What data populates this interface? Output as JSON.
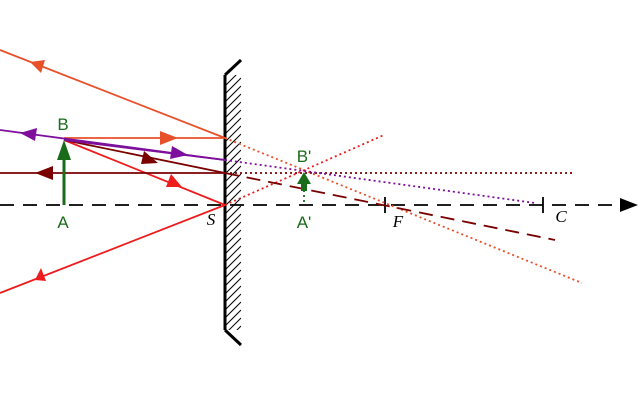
{
  "labels": {
    "object_top": "B",
    "object_base": "A",
    "image_top": "B'",
    "image_base": "A'",
    "vertex": "S",
    "focus": "F",
    "center": "C"
  },
  "colors": {
    "axis": "#000000",
    "mirror": "#000000",
    "object": "#1a6b1a",
    "image": "#1a6b1a",
    "ray_orange": "#e8502a",
    "ray_red": "#ee1c1c",
    "ray_darkred": "#7a0000",
    "ray_purple": "#7d0f9c",
    "label_green": "#1a6b1a"
  },
  "icons": {
    "mirror": "convex-mirror-with-hatching",
    "axis_arrow": "arrowhead-right",
    "ray_arrow": "arrowhead"
  }
}
